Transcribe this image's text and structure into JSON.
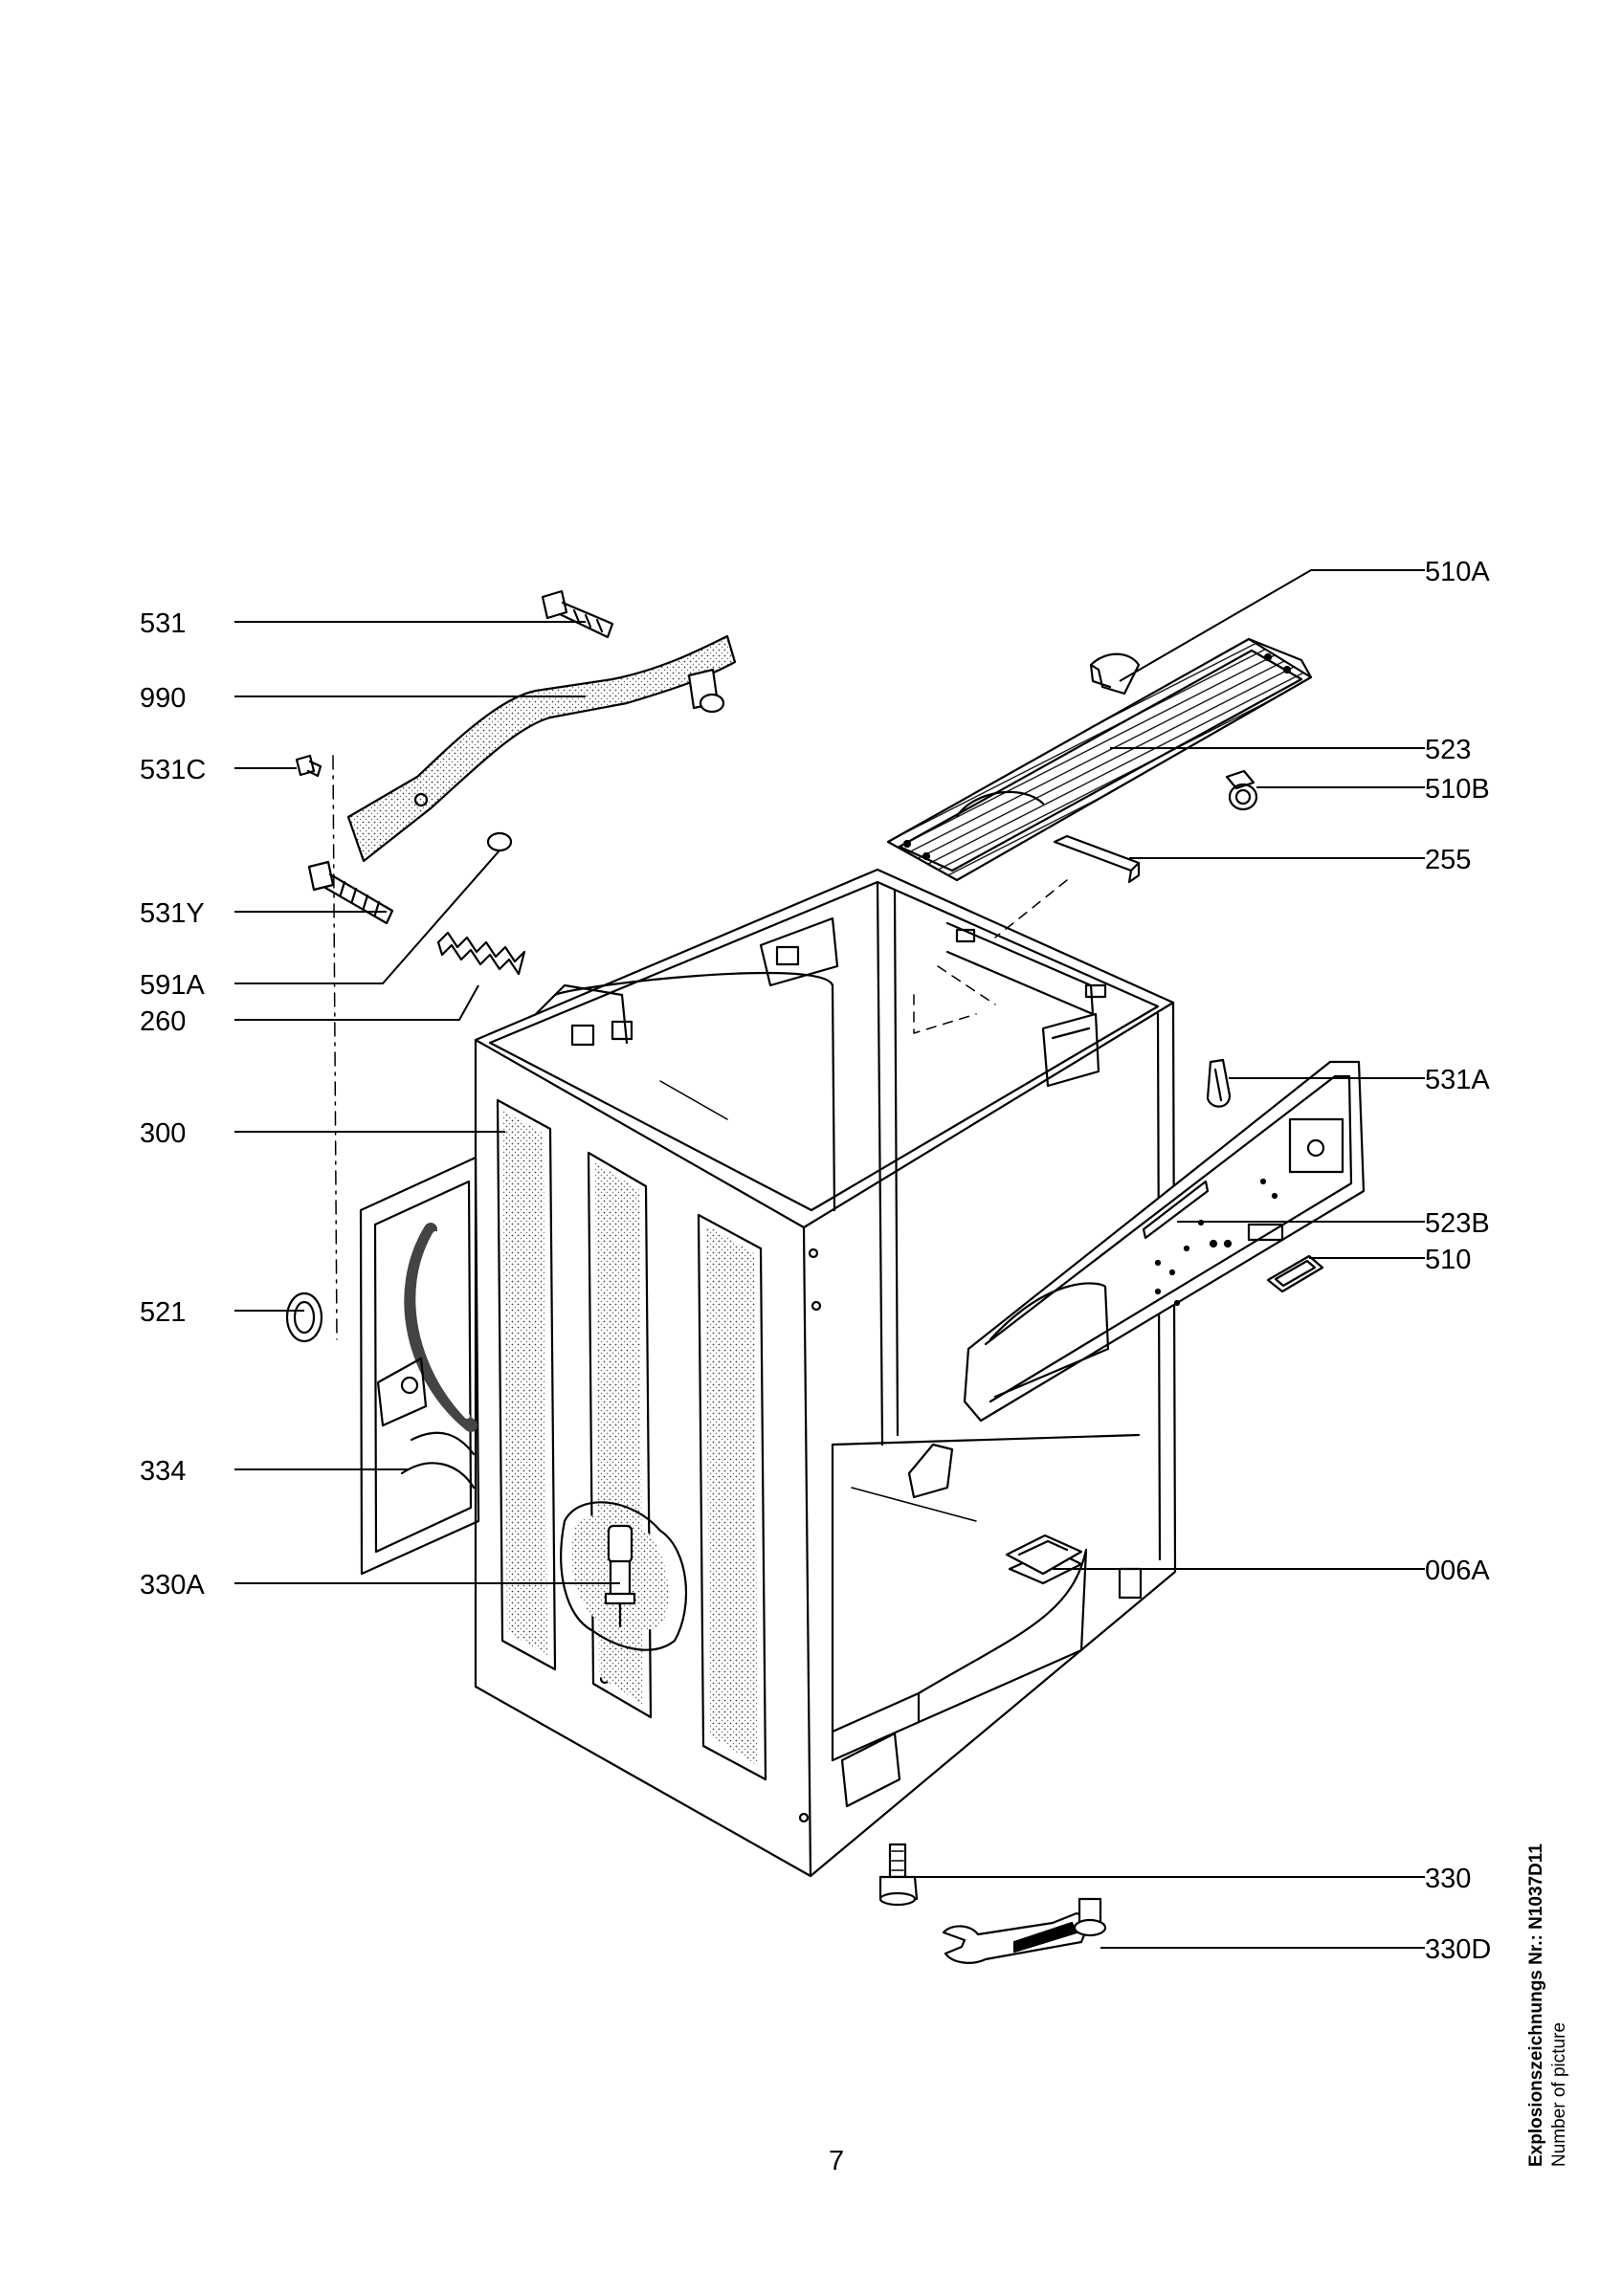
{
  "diagram": {
    "left_labels": [
      {
        "id": "531",
        "text": "531"
      },
      {
        "id": "990",
        "text": "990"
      },
      {
        "id": "531C",
        "text": "531C"
      },
      {
        "id": "531Y",
        "text": "531Y"
      },
      {
        "id": "591A",
        "text": "591A"
      },
      {
        "id": "260",
        "text": "260"
      },
      {
        "id": "300",
        "text": "300"
      },
      {
        "id": "521",
        "text": "521"
      },
      {
        "id": "334",
        "text": "334"
      },
      {
        "id": "330A",
        "text": "330A"
      }
    ],
    "right_labels": [
      {
        "id": "510A",
        "text": "510A"
      },
      {
        "id": "523",
        "text": "523"
      },
      {
        "id": "510B",
        "text": "510B"
      },
      {
        "id": "255",
        "text": "255"
      },
      {
        "id": "531A",
        "text": "531A"
      },
      {
        "id": "523B",
        "text": "523B"
      },
      {
        "id": "510",
        "text": "510"
      },
      {
        "id": "006A",
        "text": "006A"
      },
      {
        "id": "330",
        "text": "330"
      },
      {
        "id": "330D",
        "text": "330D"
      }
    ]
  },
  "footer": {
    "page_number": "7",
    "picture_number_de": "Explosionszeichnungs Nr.: N1037D11",
    "picture_number_en": "Number of picture"
  }
}
